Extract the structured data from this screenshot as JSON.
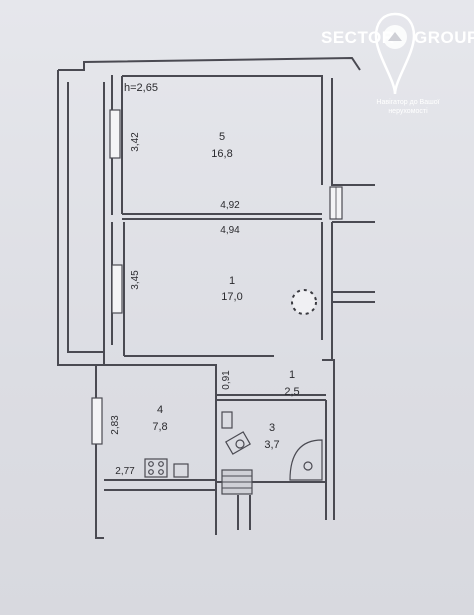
{
  "brand": {
    "name_left": "SECTOR",
    "name_right": "GROUP",
    "tagline": "Навігатор до Вашої нерухомості"
  },
  "plan": {
    "ceiling_height": "h=2,65",
    "rooms": [
      {
        "number": "5",
        "area": "16,8"
      },
      {
        "number": "1",
        "area": "17,0"
      },
      {
        "number": "4",
        "area": "7,8"
      },
      {
        "number": "1",
        "area": "2,5"
      },
      {
        "number": "3",
        "area": "3,7"
      }
    ],
    "dimensions": [
      "3,42",
      "4,92",
      "4,94",
      "3,45",
      "0,91",
      "2,83",
      "2,77"
    ]
  }
}
